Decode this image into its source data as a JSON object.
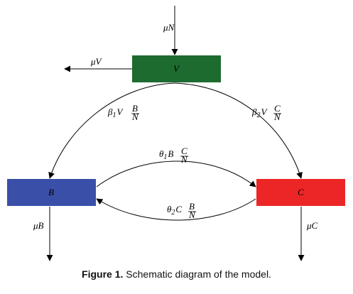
{
  "nodes": {
    "v": {
      "label": "V",
      "color": "#1e6b30"
    },
    "b": {
      "label": "B",
      "color": "#3a4fa8"
    },
    "c": {
      "label": "C",
      "color": "#ec2626"
    }
  },
  "flows": {
    "inflow_n": "μN",
    "outflow_v": "μV",
    "outflow_b": "μB",
    "outflow_c": "μC",
    "v_to_b": {
      "coef": "β",
      "sub": "1",
      "var": "V",
      "num": "B",
      "den": "N"
    },
    "v_to_c": {
      "coef": "β",
      "sub": "2",
      "var": "V",
      "num": "C",
      "den": "N"
    },
    "b_to_c": {
      "coef": "θ",
      "sub": "1",
      "var": "B",
      "num": "C",
      "den": "N"
    },
    "c_to_b": {
      "coef": "θ",
      "sub": "2",
      "var": "C",
      "num": "B",
      "den": "N"
    }
  },
  "caption": {
    "label": "Figure 1.",
    "text": "Schematic diagram of the model."
  }
}
